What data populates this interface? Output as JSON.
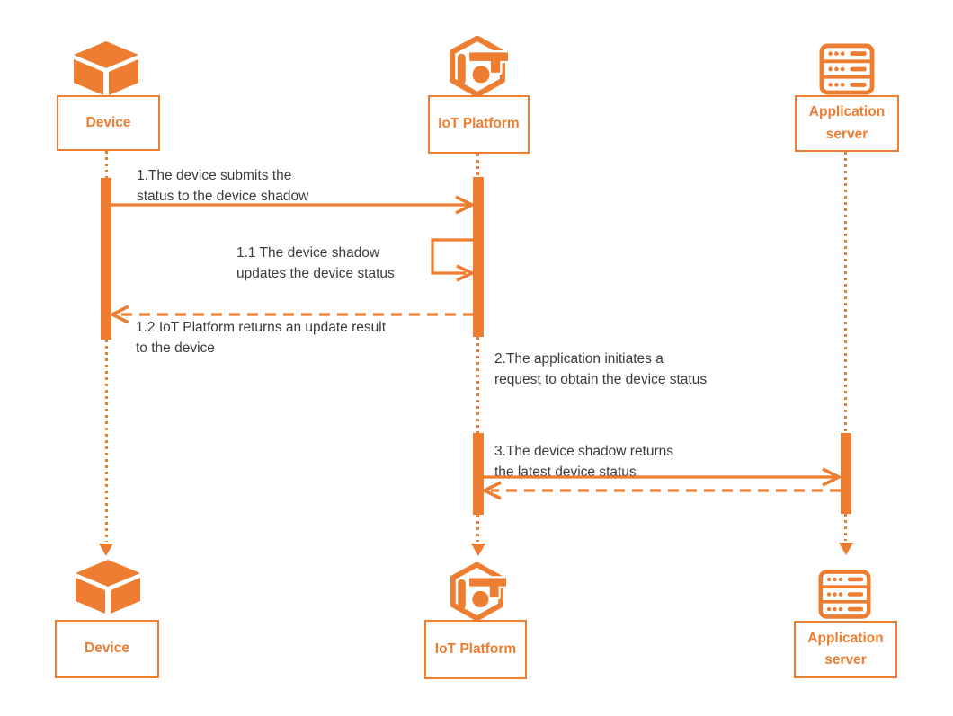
{
  "colors": {
    "accent": "#ED7D31",
    "message_text": "#3B3B3B",
    "background": "#FFFFFF"
  },
  "actors": {
    "device": {
      "label": "Device",
      "icon": "cube-icon"
    },
    "iot_platform": {
      "label": "IoT Platform",
      "icon": "iot-hexagon-icon"
    },
    "application_server": {
      "label": "Application server",
      "icon": "server-rack-icon"
    }
  },
  "messages": {
    "m1": {
      "line1": "1.The device submits the",
      "line2": "status to the device shadow",
      "arrow": "solid, Device to IoT Platform, right"
    },
    "m1_1": {
      "line1": "1.1 The device shadow",
      "line2": "updates the device status",
      "arrow": "solid self-loop on IoT Platform"
    },
    "m1_2": {
      "line1": "1.2 IoT Platform returns an update result",
      "line2": "to the device",
      "arrow": "dashed, IoT Platform to Device, left"
    },
    "m2": {
      "line1": "2.The application initiates a",
      "line2": "request to obtain the device status",
      "arrow": "none"
    },
    "m3": {
      "line1": "3.The device shadow returns",
      "line2": "the latest device status",
      "arrow": "solid right to Application server, dashed return left"
    }
  }
}
